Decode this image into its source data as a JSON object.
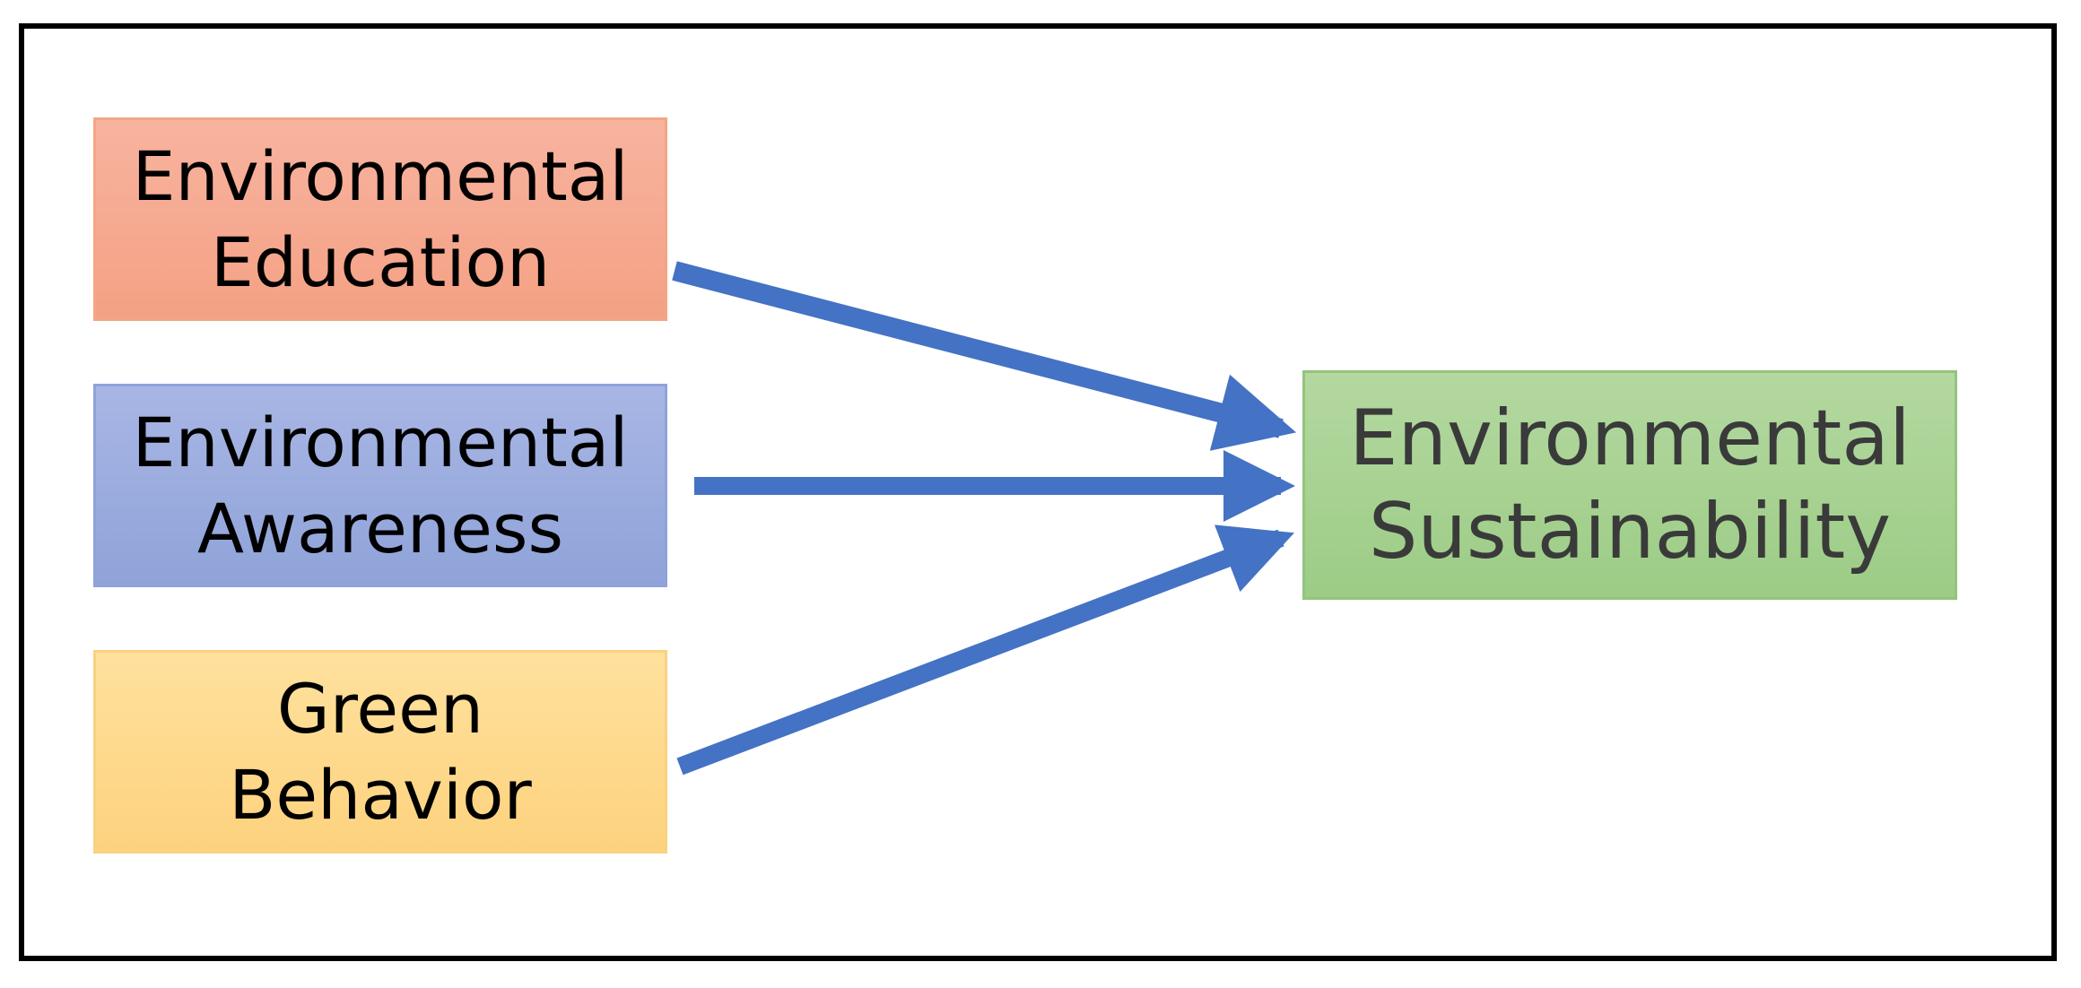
{
  "diagram": {
    "nodes": [
      {
        "id": "edu",
        "lines": [
          "Environmental",
          "Education"
        ]
      },
      {
        "id": "aware",
        "lines": [
          "Environmental",
          "Awareness"
        ]
      },
      {
        "id": "green",
        "lines": [
          "Green",
          "Behavior"
        ]
      },
      {
        "id": "sust",
        "lines": [
          "Environmental",
          "Sustainability"
        ]
      }
    ],
    "edges": [
      {
        "from": "edu",
        "to": "sust"
      },
      {
        "from": "aware",
        "to": "sust"
      },
      {
        "from": "green",
        "to": "sust"
      }
    ],
    "colors": {
      "edu": "#f4a184",
      "aware": "#8fa3d9",
      "green": "#fdd27e",
      "sust": "#9ccc86",
      "arrow": "#4472c4",
      "frame": "#000000"
    }
  }
}
